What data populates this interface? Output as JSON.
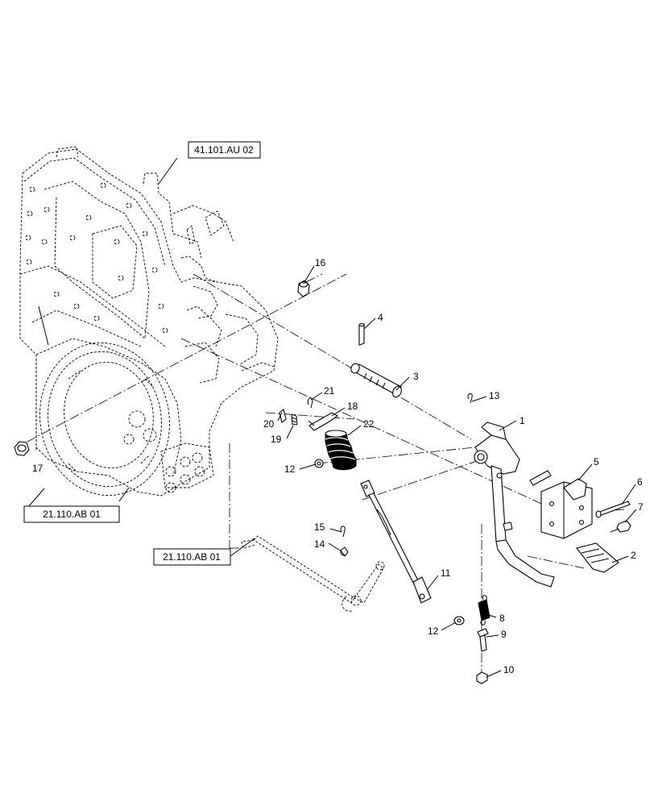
{
  "references": {
    "top": "41.101.AU 02",
    "left": "21.110.AB 01",
    "middle": "21.110.AB 01"
  },
  "callouts": {
    "c1": "1",
    "c2": "2",
    "c3": "3",
    "c4": "4",
    "c5": "5",
    "c6": "6",
    "c7": "7",
    "c8": "8",
    "c9": "9",
    "c10": "10",
    "c11": "11",
    "c12a": "12",
    "c12b": "12",
    "c13": "13",
    "c14": "14",
    "c15": "15",
    "c16": "16",
    "c17": "17",
    "c18": "18",
    "c19": "19",
    "c20": "20",
    "c21": "21",
    "c22": "22"
  }
}
